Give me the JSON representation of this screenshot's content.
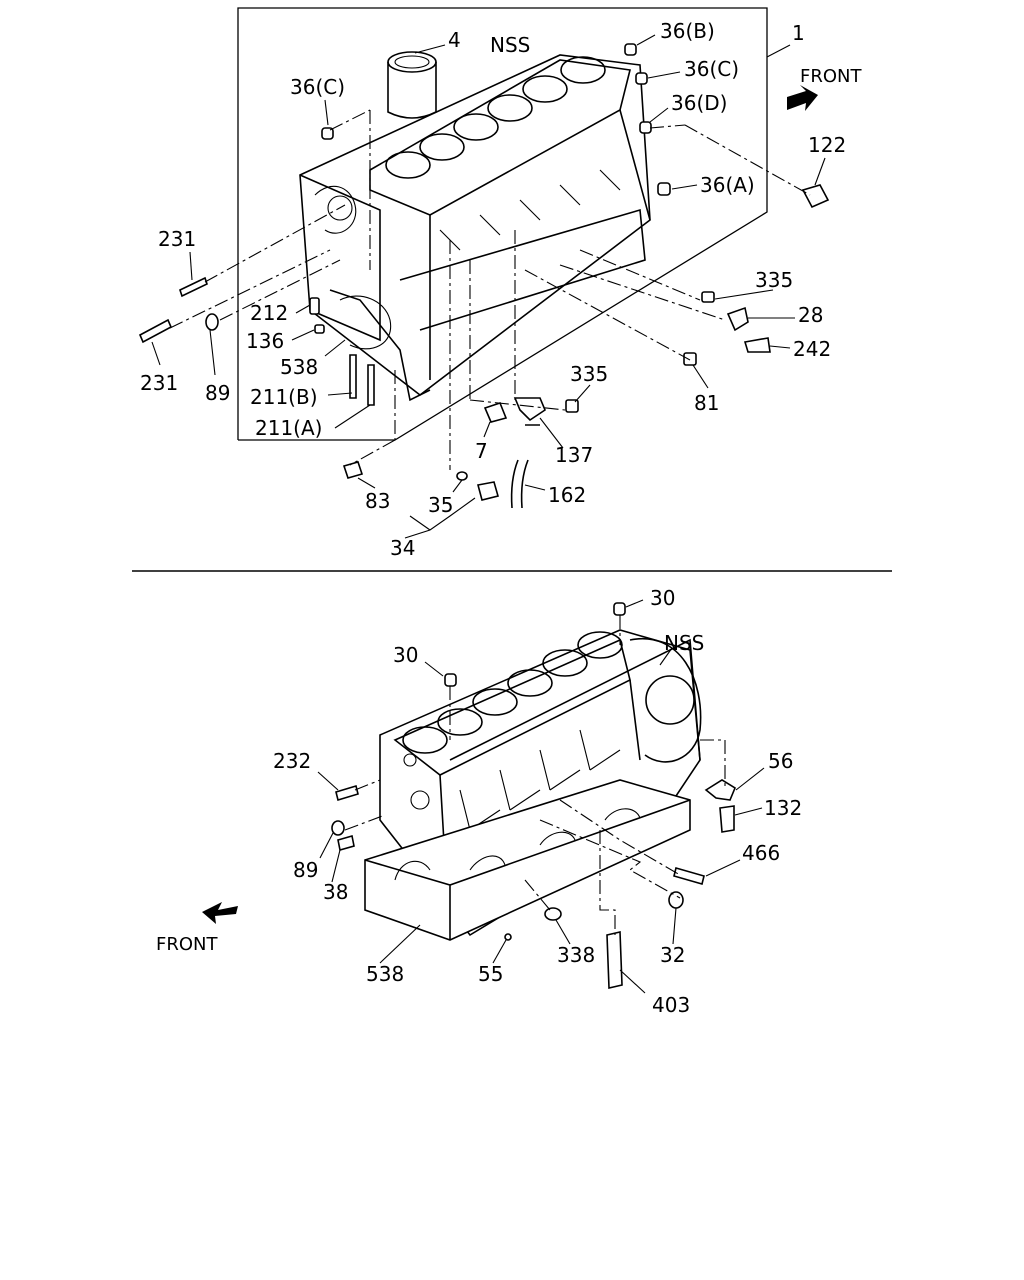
{
  "upper": {
    "callouts": {
      "c1": "1",
      "c4": "4",
      "nss": "NSS",
      "c36b": "36(B)",
      "c36c_left": "36(C)",
      "c36c_right": "36(C)",
      "c36d": "36(D)",
      "c36a": "36(A)",
      "c122": "122",
      "c231_top": "231",
      "c231_bottom": "231",
      "c212": "212",
      "c136": "136",
      "c538": "538",
      "c89": "89",
      "c211b": "211(B)",
      "c211a": "211(A)",
      "c335_right": "335",
      "c28": "28",
      "c242": "242",
      "c335_mid": "335",
      "c81": "81",
      "c7": "7",
      "c137": "137",
      "c162": "162",
      "c83": "83",
      "c35": "35",
      "c34": "34"
    },
    "front": "FRONT"
  },
  "lower": {
    "callouts": {
      "c30_top": "30",
      "c30_left": "30",
      "nss": "NSS",
      "c232": "232",
      "c56": "56",
      "c132": "132",
      "c89": "89",
      "c38": "38",
      "c466": "466",
      "c538": "538",
      "c55": "55",
      "c338": "338",
      "c32": "32",
      "c403": "403"
    },
    "front": "FRONT"
  }
}
